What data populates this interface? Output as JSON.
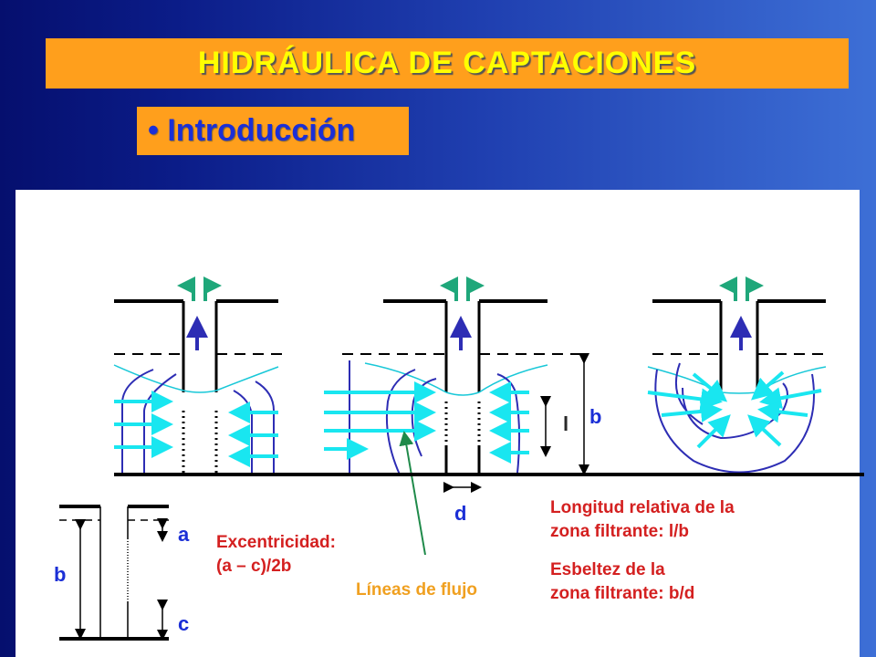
{
  "title": "HIDRÁULICA DE CAPTACIONES",
  "subtitle": "• Introducción",
  "labels": {
    "l": "l",
    "b": "b",
    "d": "d",
    "a": "a",
    "b_left": "b",
    "c": "c",
    "excentricidad_1": "Excentricidad:",
    "excentricidad_2": "(a – c)/2b",
    "lineas_flujo": "Líneas de flujo",
    "longitud_1": "Longitud relativa de la",
    "longitud_2": "zona filtrante: l/b",
    "esbeltez_1": "Esbeltez de la",
    "esbeltez_2": "zona filtrante: b/d"
  },
  "colors": {
    "background_dark": "#050f6e",
    "background_light": "#3d6fd6",
    "title_bar": "#ff9f1c",
    "title_text": "#ffff00",
    "subtitle_text": "#1b2fd6",
    "annotation_red": "#d42020",
    "flow_label": "#f0a020",
    "flow_arrow_cyan": "#19e6f0",
    "flow_line_blue": "#2d2db4",
    "outlet_arrow_green": "#1fa77a"
  }
}
